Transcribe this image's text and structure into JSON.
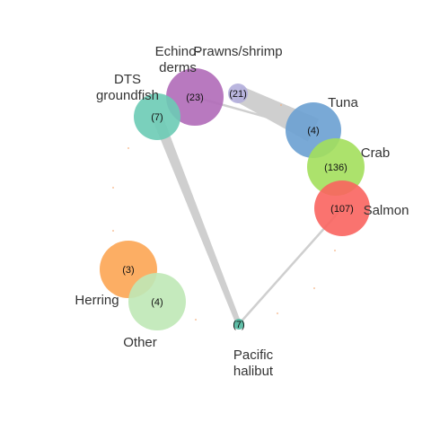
{
  "nodes": [
    {
      "id": "echinoderms",
      "label_lines": [
        "Echino-",
        "derms"
      ],
      "count": "(23)",
      "color": "#b06ab8"
    },
    {
      "id": "prawns",
      "label_lines": [
        "Prawns/shrimp"
      ],
      "count": "(21)",
      "color": "#b3aedc"
    },
    {
      "id": "dts",
      "label_lines": [
        "DTS",
        "groundfish"
      ],
      "count": "(7)",
      "color": "#6ccbb5"
    },
    {
      "id": "tuna",
      "label_lines": [
        "Tuna"
      ],
      "count": "(4)",
      "color": "#6aa0d1"
    },
    {
      "id": "crab",
      "label_lines": [
        "Crab"
      ],
      "count": "(136)",
      "color": "#a3df5c"
    },
    {
      "id": "salmon",
      "label_lines": [
        "Salmon"
      ],
      "count": "(107)",
      "color": "#fa645f"
    },
    {
      "id": "herring",
      "label_lines": [
        "Herring"
      ],
      "count": "(3)",
      "color": "#fca553"
    },
    {
      "id": "other",
      "label_lines": [
        "Other"
      ],
      "count": "(4)",
      "color": "#bfe8b6"
    },
    {
      "id": "halibut",
      "label_lines": [
        "Pacific",
        "halibut"
      ],
      "count": "(7)",
      "color": "#4fb89e"
    }
  ],
  "links": [
    {
      "source": "prawns",
      "target": "tuna",
      "weight": "heavy"
    },
    {
      "source": "echinoderms",
      "target": "tuna",
      "weight": "light"
    },
    {
      "source": "dts",
      "target": "halibut",
      "weight": "heavy"
    },
    {
      "source": "salmon",
      "target": "halibut",
      "weight": "light"
    }
  ],
  "colors": {
    "link": "#cfcfcf",
    "label": "#333333",
    "count": "#111111",
    "stray_dot": "#f4b183"
  }
}
